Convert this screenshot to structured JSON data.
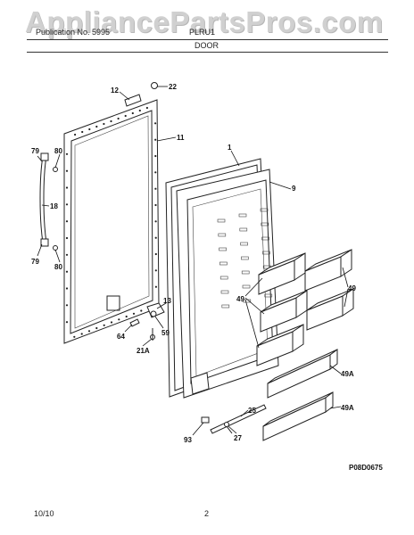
{
  "watermark": "AppliancePartsPros.com",
  "header": {
    "left": "Publication No. 5995",
    "right": "PLRU1",
    "section": "DOOR"
  },
  "footer": {
    "date": "10/10",
    "page": "2"
  },
  "figure_code": "P08D0675",
  "callouts": {
    "c12": "12",
    "c22": "22",
    "c11": "11",
    "c1": "1",
    "c9": "9",
    "c79a": "79",
    "c80a": "80",
    "c18": "18",
    "c79b": "79",
    "c80b": "80",
    "c13": "13",
    "c59": "59",
    "c64": "64",
    "c21a": "21A",
    "c49a": "49",
    "c49b": "49",
    "c49c": "49A",
    "c49d": "49A",
    "c25": "25",
    "c93": "93",
    "c27": "27"
  }
}
